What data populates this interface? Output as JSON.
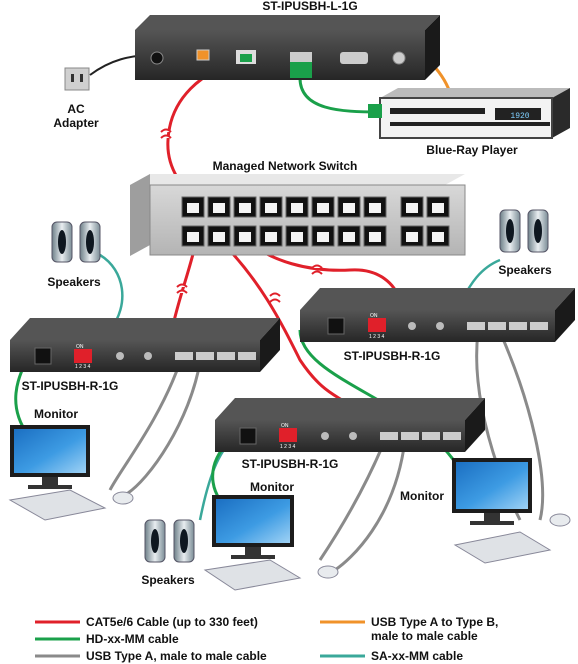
{
  "labels": {
    "transmitter": "ST-IPUSBH-L-1G",
    "ac_adapter_line1": "AC",
    "ac_adapter_line2": "Adapter",
    "bluray": "Blue-Ray Player",
    "switch": "Managed Network Switch",
    "speakers_left": "Speakers",
    "speakers_right": "Speakers",
    "speakers_bottom": "Speakers",
    "receiver_left": "ST-IPUSBH-R-1G",
    "receiver_right": "ST-IPUSBH-R-1G",
    "receiver_middle": "ST-IPUSBH-R-1G",
    "monitor_left": "Monitor",
    "monitor_middle": "Monitor",
    "monitor_right": "Monitor",
    "bluray_display": "1920"
  },
  "dip_label": "ON",
  "dip_numbers": "1 2 3 4",
  "legend": {
    "items": [
      {
        "text": "CAT5e/6 Cable (up to 330 feet)",
        "color": "#e0202a"
      },
      {
        "text": "HD-xx-MM cable",
        "color": "#1aa04a"
      },
      {
        "text": "USB Type A, male to male cable",
        "color": "#8a8a8a"
      },
      {
        "text_line1": "USB Type A  to Type B,",
        "text_line2": "male to male cable",
        "color": "#f0922a"
      },
      {
        "text": "SA-xx-MM cable",
        "color": "#3aa89a"
      }
    ]
  },
  "colors": {
    "cat5": "#e0202a",
    "hdmi": "#1aa04a",
    "usb_a": "#8a8a8a",
    "usb_ab": "#f0922a",
    "audio": "#3aa89a",
    "device_body": "#2c2c2c",
    "monitor_screen": "#2f8fd8"
  }
}
